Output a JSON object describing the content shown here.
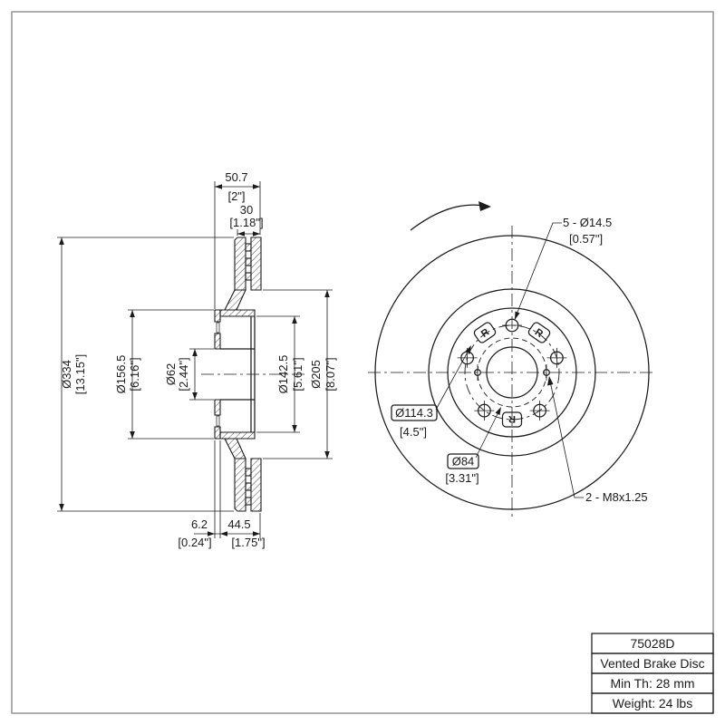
{
  "colors": {
    "line": "#1b1b1b",
    "border": "#8c8c8c",
    "background": "#ffffff"
  },
  "section_view": {
    "dim_overall_width": {
      "mm": "50.7",
      "in": "[2\"]"
    },
    "dim_disc_thickness": {
      "mm": "30",
      "in": "[1.18\"]"
    },
    "dim_outer_diameter": {
      "mm": "Ø334",
      "in": "[13.15\"]"
    },
    "dim_hub_diameter": {
      "mm": "Ø156.5",
      "in": "[6.16\"]"
    },
    "dim_center_bore": {
      "mm": "Ø62",
      "in": "[2.44\"]"
    },
    "dim_pilot_diameter": {
      "mm": "Ø142.5",
      "in": "[5.61\"]"
    },
    "dim_inner_ring_diameter": {
      "mm": "Ø205",
      "in": "[8.07\"]"
    },
    "dim_flange_thickness": {
      "mm": "6.2",
      "in": "[0.24\"]"
    },
    "dim_overall_height": {
      "mm": "44.5",
      "in": "[1.75\"]"
    }
  },
  "front_view": {
    "label_bolt_holes": {
      "line1": "5 - Ø14.5",
      "line2": "[0.57\"]"
    },
    "label_bolt_circle": {
      "boxed": "Ø114.3",
      "in": "[4.5\"]"
    },
    "label_inner_circle": {
      "boxed": "Ø84",
      "in": "[3.31\"]"
    },
    "label_thread": "2 - M8x1.25",
    "marking": "R"
  },
  "title_block": {
    "part_number": "75028D",
    "product_type": "Vented Brake Disc",
    "min_thickness": "Min Th: 28 mm",
    "weight": "Weight: 24 lbs"
  }
}
